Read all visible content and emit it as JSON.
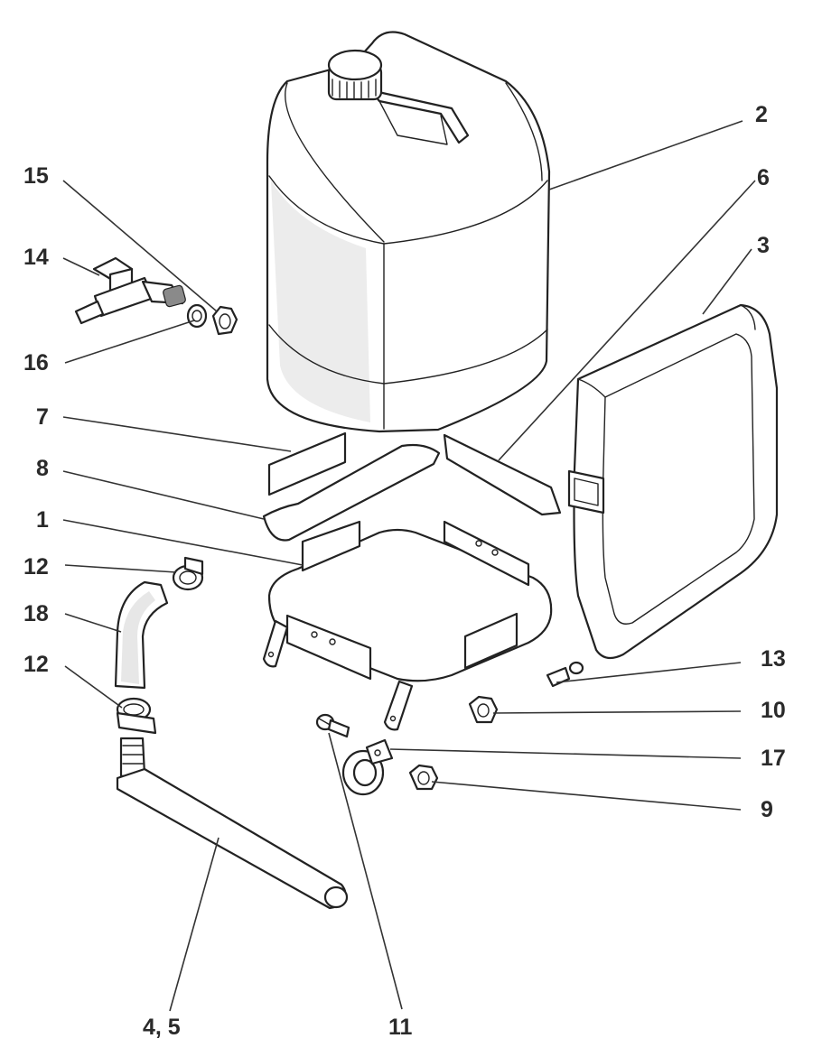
{
  "callouts": {
    "c2": "2",
    "c6": "6",
    "c3": "3",
    "c15": "15",
    "c14": "14",
    "c16": "16",
    "c7": "7",
    "c8": "8",
    "c1": "1",
    "c12a": "12",
    "c18": "18",
    "c12b": "12",
    "c13": "13",
    "c10": "10",
    "c17": "17",
    "c9": "9",
    "c45": "4, 5",
    "c11": "11"
  }
}
